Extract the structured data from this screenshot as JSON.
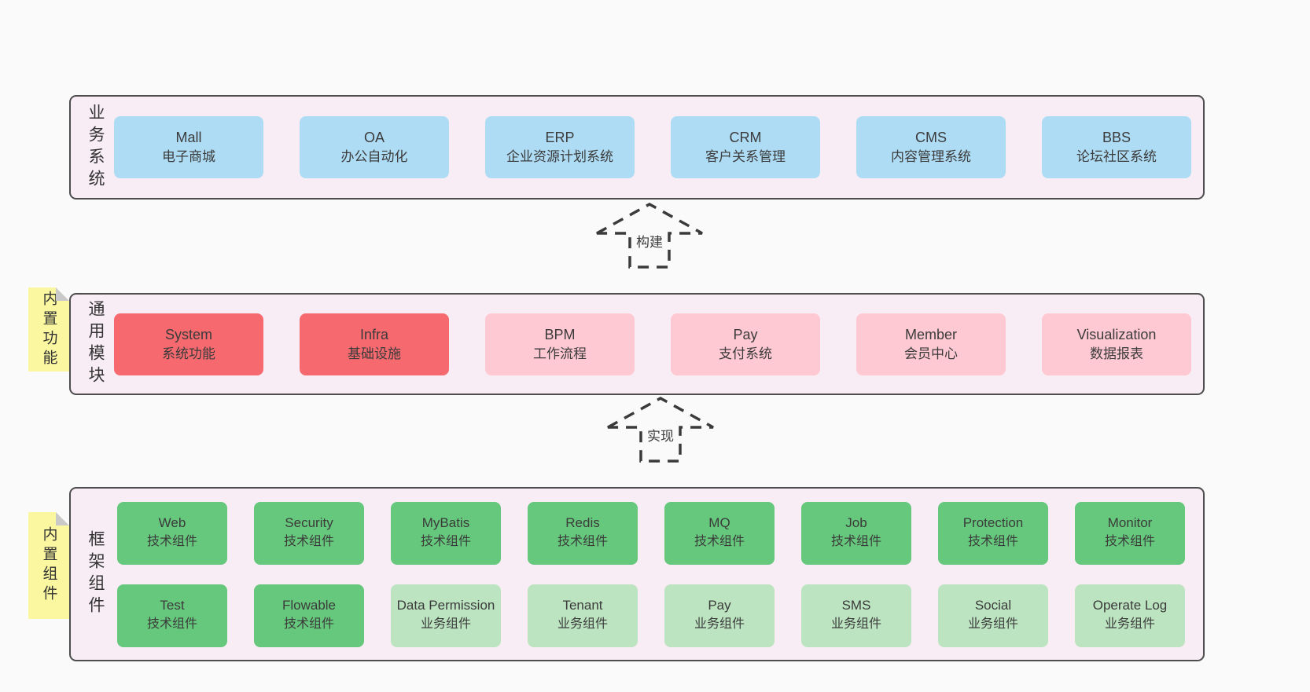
{
  "diagram": {
    "arrows": [
      {
        "label": "构建"
      },
      {
        "label": "实现"
      }
    ],
    "bands": [
      {
        "label": "业务系统",
        "boxes": [
          {
            "title": "Mall",
            "subtitle": "电子商城"
          },
          {
            "title": "OA",
            "subtitle": "办公自动化"
          },
          {
            "title": "ERP",
            "subtitle": "企业资源计划系统"
          },
          {
            "title": "CRM",
            "subtitle": "客户关系管理"
          },
          {
            "title": "CMS",
            "subtitle": "内容管理系统"
          },
          {
            "title": "BBS",
            "subtitle": "论坛社区系统"
          }
        ]
      },
      {
        "label": "通用模块",
        "note": "内置功能",
        "boxes": [
          {
            "title": "System",
            "subtitle": "系统功能"
          },
          {
            "title": "Infra",
            "subtitle": "基础设施"
          },
          {
            "title": "BPM",
            "subtitle": "工作流程"
          },
          {
            "title": "Pay",
            "subtitle": "支付系统"
          },
          {
            "title": "Member",
            "subtitle": "会员中心"
          },
          {
            "title": "Visualization",
            "subtitle": "数据报表"
          }
        ]
      },
      {
        "label": "框架组件",
        "note": "内置组件",
        "rows": [
          [
            {
              "title": "Web",
              "subtitle": "技术组件"
            },
            {
              "title": "Security",
              "subtitle": "技术组件"
            },
            {
              "title": "MyBatis",
              "subtitle": "技术组件"
            },
            {
              "title": "Redis",
              "subtitle": "技术组件"
            },
            {
              "title": "MQ",
              "subtitle": "技术组件"
            },
            {
              "title": "Job",
              "subtitle": "技术组件"
            },
            {
              "title": "Protection",
              "subtitle": "技术组件"
            },
            {
              "title": "Monitor",
              "subtitle": "技术组件"
            }
          ],
          [
            {
              "title": "Test",
              "subtitle": "技术组件"
            },
            {
              "title": "Flowable",
              "subtitle": "技术组件"
            },
            {
              "title": "Data Permission",
              "subtitle": "业务组件"
            },
            {
              "title": "Tenant",
              "subtitle": "业务组件"
            },
            {
              "title": "Pay",
              "subtitle": "业务组件"
            },
            {
              "title": "SMS",
              "subtitle": "业务组件"
            },
            {
              "title": "Social",
              "subtitle": "业务组件"
            },
            {
              "title": "Operate Log",
              "subtitle": "业务组件"
            }
          ]
        ]
      }
    ],
    "colors": {
      "page_bg": "#fafafa",
      "band_bg": "#f8edf5",
      "band_border": "#4d4d4d",
      "box_blue": "#aedcf5",
      "box_red": "#f5696f",
      "box_pink": "#ffc9d3",
      "box_green": "#66c87c",
      "box_green_light": "#bce4c0",
      "note_yellow": "#faf7a0",
      "note_fold_gray": "#c9c9c9",
      "text": "#3b3b3b"
    }
  }
}
